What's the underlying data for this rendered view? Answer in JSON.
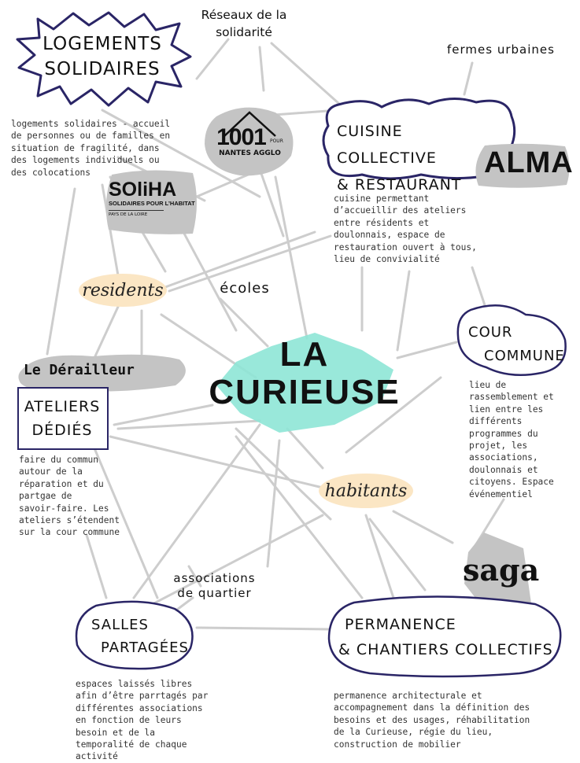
{
  "center": {
    "line1": "LA",
    "line2": "CURIEUSE"
  },
  "nodes": {
    "logements": {
      "title_line1": "LOGEMENTS",
      "title_line2": "SOLIDAIRES",
      "description": "logements solidaires - accueil\nde personnes ou de familles en\nsituation de fragilité, dans\ndes logements individuels ou\ndes colocations"
    },
    "cuisine": {
      "title_line1": "CUISINE COLLECTIVE",
      "title_line2": "& RESTAURANT",
      "description": "cuisine permettant\nd’accueillir des ateliers\nentre résidents et\ndoulonnais, espace de\nrestauration ouvert à tous,\nlieu de convivialité"
    },
    "cour": {
      "title_line1": "COUR",
      "title_line2": "COMMUNE",
      "description": "lieu de\nrassemblement et\nlien entre les\ndifférents\nprogrammes du\nprojet, les\nassociations,\ndoulonnais et\ncitoyens. Espace\névénementiel"
    },
    "ateliers": {
      "title_line1": "ATELIERS",
      "title_line2": "DÉDIÉS",
      "description": "faire du commun\nautour de la\nréparation et du\npartgae de\nsavoir-faire. Les\nateliers s’étendent\nsur la cour commune"
    },
    "salles": {
      "title_line1": "SALLES",
      "title_line2": "PARTAGÉES",
      "description": "espaces laissés libres\nafin d’être parrtagés par\ndifférentes associations\nen fonction de leurs\nbesoin et de la\ntemporalité de chaque\nactivité"
    },
    "permanence": {
      "title_line1": "PERMANENCE",
      "title_line2": "& CHANTIERS COLLECTIFS",
      "description": "permanence architecturale et\naccompagnement dans la définition des\nbesoins et des usages, réhabilitation\nde la Curieuse, régie du lieu,\nconstruction de mobilier"
    }
  },
  "actors": {
    "reseaux": "Réseaux de la solidarité",
    "fermes": "fermes urbaines",
    "ecoles": "écoles",
    "associations_line1": "associations",
    "associations_line2": "de quartier",
    "residents": "residents",
    "habitants": "habitants"
  },
  "partners": {
    "pour1001_top": "1001",
    "pour1001_pour": "POUR",
    "pour1001_bottom": "NANTES AGGLO",
    "soliha_name": "SOliHA",
    "soliha_tagline": "SOLIDAIRES POUR L’HABITAT",
    "soliha_region": "PAYS DE LA LOIRE",
    "alma": "ALMA",
    "derailleur": "Le Dérailleur",
    "saga": "saga"
  },
  "colors": {
    "center_blob": "#8ee6d6",
    "pill": "#fbe6c4",
    "grey_blob": "#c4c4c4",
    "outline": "#2a2566",
    "link": "#cdcdcd"
  }
}
